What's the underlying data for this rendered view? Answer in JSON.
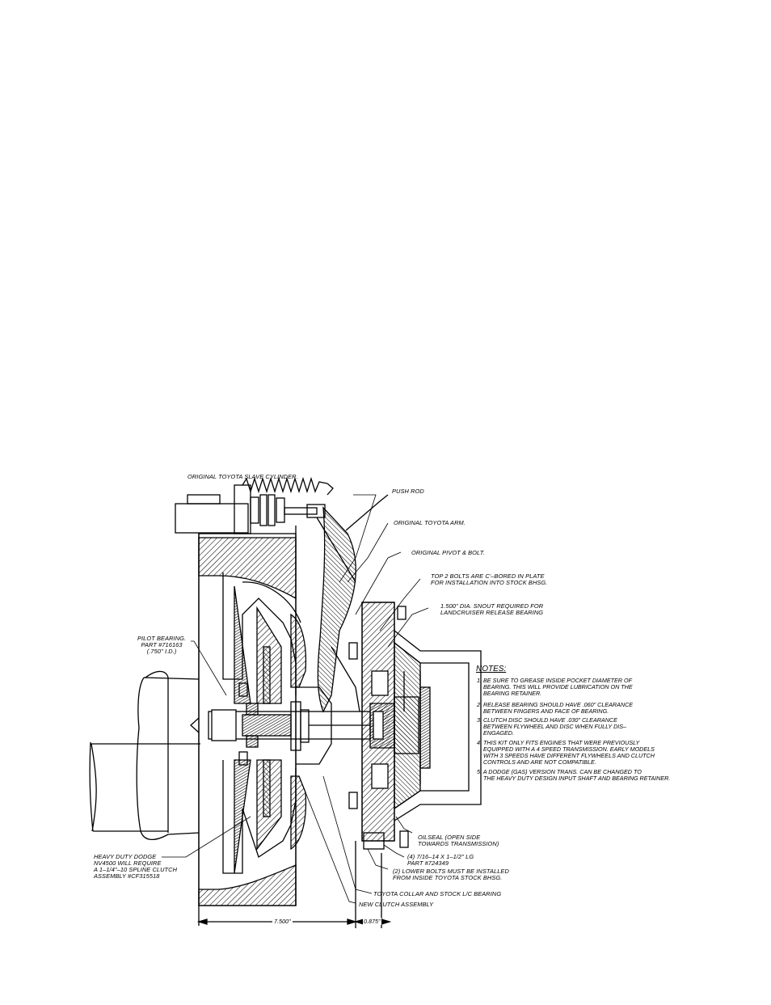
{
  "labels": {
    "slave_cylinder": "ORIGINAL TOYOTA SLAVE CYLINDER.",
    "push_rod": "PUSH ROD",
    "toyota_arm": "ORIGINAL TOYOTA ARM.",
    "pivot_bolt": "ORIGINAL PIVOT & BOLT.",
    "top_bolts": "TOP 2 BOLTS ARE C'–BORED IN PLATE\nFOR INSTALLATION INTO STOCK BHSG.",
    "snout": "1.500\" DIA. SNOUT REQUIRED FOR\nLANDCRUISER RELEASE BEARING",
    "pilot_bearing": "PILOT BEARING.\nPART #716163\n(.750\" I.D.)",
    "heavy_duty": "HEAVY DUTY DODGE\nNV4500 WILL REQUIRE\nA 1–1/4\"–10 SPLINE CLUTCH\nASSEMBLY #CF315518",
    "oilseal": "OILSEAL (OPEN SIDE\nTOWARDS TRANSMISSION)",
    "bolts_part": "(4) 7/16–14 x 1–1/2\" LG\nPART #724349",
    "lower_bolts": "(2) LOWER BOLTS MUST BE INSTALLED\nFROM INSIDE TOYOTA STOCK BHSG.",
    "collar": "TOYOTA COLLAR AND STOCK L/C BEARING",
    "new_clutch": "NEW CLUTCH ASSEMBLY"
  },
  "notes": {
    "title": "NOTES:",
    "items": [
      "1. BE SURE TO GREASE INSIDE POCKET DIAMETER OF\n    BEARING. THIS WILL PROVIDE LUBRICATION ON THE\n    BEARING RETAINER.",
      "2. RELEASE BEARING SHOULD HAVE .060\" CLEARANCE\n    BETWEEN FINGERS AND FACE OF BEARING.",
      "3. CLUTCH DISC SHOULD HAVE .030\" CLEARANCE\n    BETWEEN FLYWHEEL AND DISC WHEN FULLY DIS–\n    ENGAGED.",
      "4. THIS KIT ONLY FITS ENGINES THAT WERE PREVIOUSLY\n    EQUIPPED WITH A 4 SPEED TRANSMISSION. EARLY MODELS\n    WITH 3 SPEEDS HAVE DIFFERENT FLYWHEELS AND CLUTCH\n    CONTROLS AND ARE NOT COMPATIBLE.",
      "5. A DODGE (GAS) VERSION TRANS. CAN BE CHANGED TO\n    THE HEAVY DUTY DESIGN INPUT SHAFT AND BEARING RETAINER."
    ]
  },
  "dimensions": {
    "length_a": "7.500\"",
    "length_b": "0.875\""
  }
}
